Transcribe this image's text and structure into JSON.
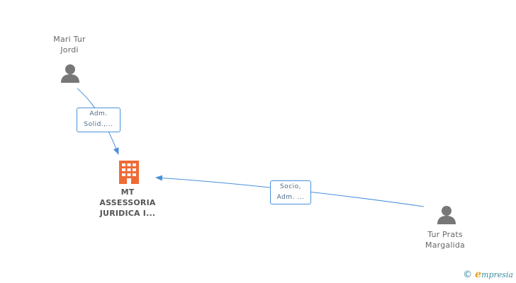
{
  "nodes": {
    "person_top": {
      "name_line1": "Mari Tur",
      "name_line2": "Jordi",
      "icon": "person-icon"
    },
    "company": {
      "name_line1": "MT",
      "name_line2": "ASSESSORIA",
      "name_line3": "JURIDICA I...",
      "icon": "building-icon"
    },
    "person_right": {
      "name_line1": "Tur Prats",
      "name_line2": "Margalida",
      "icon": "person-icon"
    }
  },
  "edges": {
    "top_to_company": {
      "line1": "Adm.",
      "line2": "Solid.,..."
    },
    "right_to_company": {
      "line1": "Socio,",
      "line2": "Adm. ..."
    }
  },
  "brand": {
    "copyright": "©",
    "e_letter": "e",
    "rest": "mpresia"
  },
  "colors": {
    "edge": "#4a90d9",
    "person": "#777777",
    "company": "#f06a35",
    "brand_e": "#e8a020",
    "brand_text": "#3a8fa0"
  }
}
